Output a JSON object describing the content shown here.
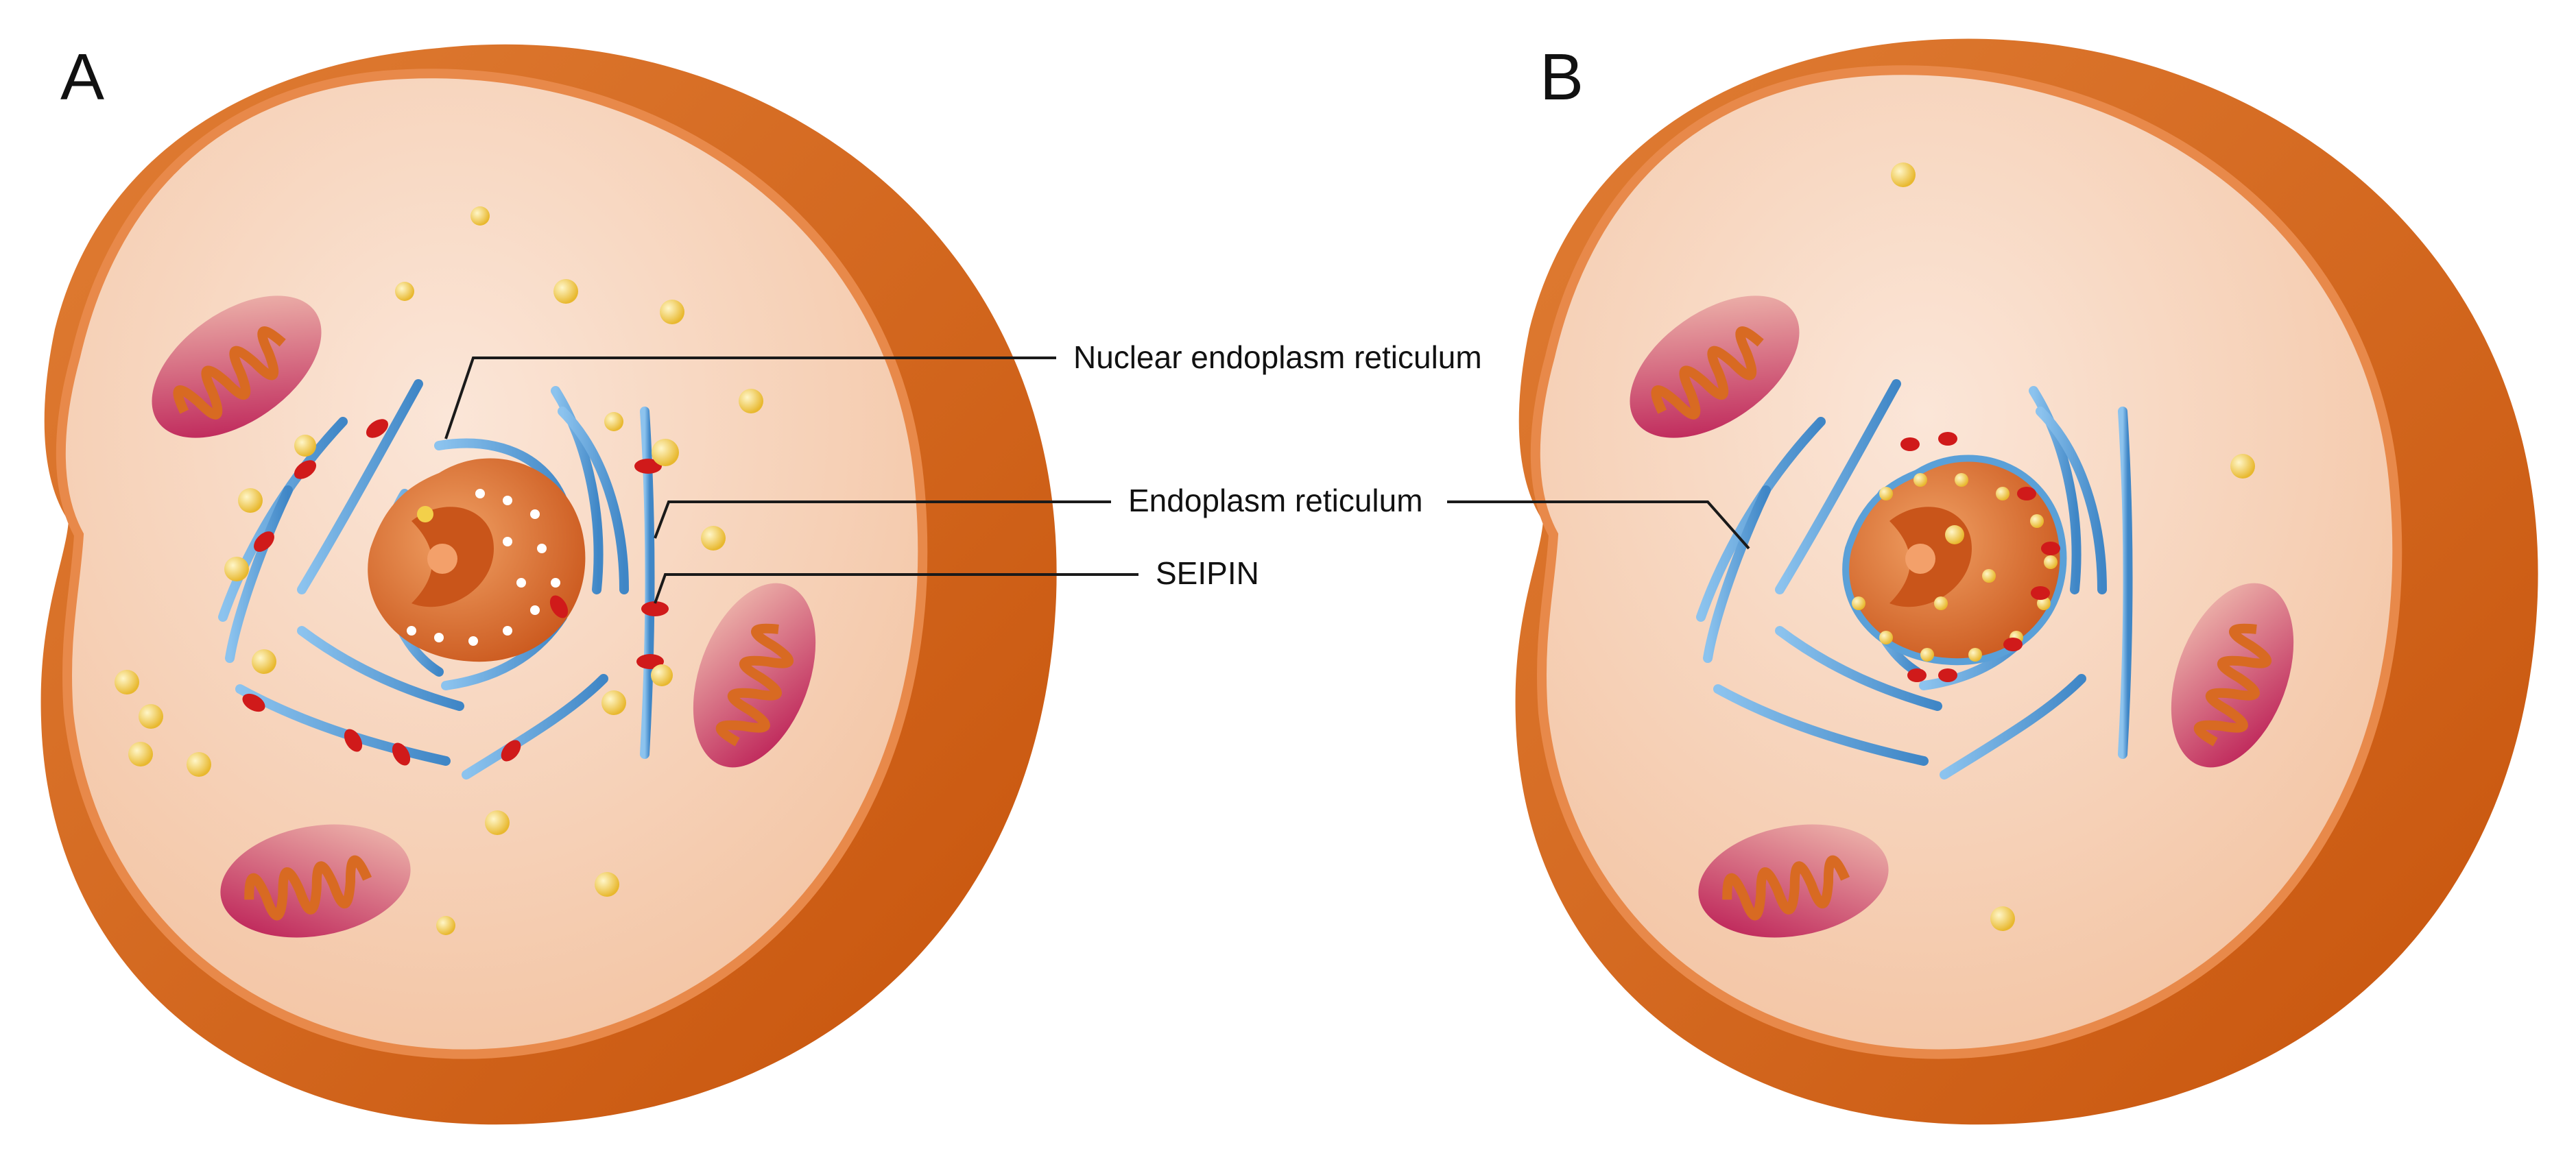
{
  "panels": [
    {
      "letter": "A"
    },
    {
      "letter": "B"
    }
  ],
  "labels": {
    "nuclear_er": "Nuclear endoplasm reticulum",
    "er": "Endoplasm reticulum",
    "seipin": "SEIPIN"
  },
  "colors": {
    "cell_outer": "#d4600f",
    "cell_rim": "#e8894a",
    "cytoplasm": "#f7d2b8",
    "er": "#5aa0d8",
    "seipin": "#d01a1a",
    "lipid_droplet": "#f3d04a",
    "mitochondria_outer": "#c21d5a",
    "nucleus": "#d0651f"
  },
  "icons": {
    "cell": "cell-icon",
    "nucleus": "nucleus-icon",
    "mitochondrion": "mitochondrion-icon",
    "lipid_droplet": "lipid-droplet-icon",
    "seipin": "seipin-marker-icon"
  }
}
